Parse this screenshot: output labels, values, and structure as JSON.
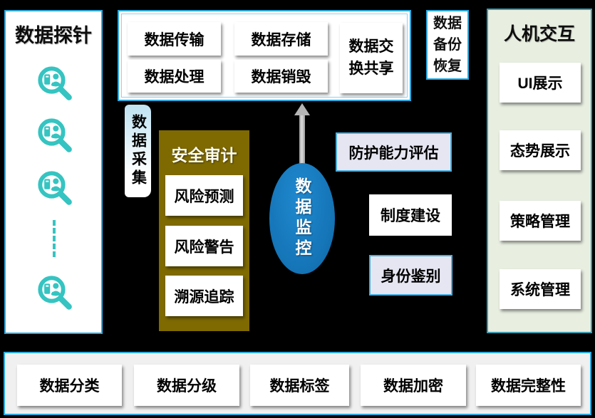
{
  "colors": {
    "accent_blue": "#29abe2",
    "probe_teal": "#35c4c1",
    "audit_brown": "#7f6a02",
    "monitor_blue": "#1474b6",
    "hmi_green_bg": "#e8efe1",
    "hmi_border": "#3d9bb0",
    "governance_lavender": "#e6e6f2",
    "bar_gray_bg": "#f0f0f0"
  },
  "icons": {
    "probe": "magnifier-inspect-icon",
    "arrow": "up-arrow-connector"
  },
  "probe_panel": {
    "title": "数据探针"
  },
  "lifecycle": {
    "transmission": "数据传输",
    "storage": "数据存储",
    "processing": "数据处理",
    "destruction": "数据销毁",
    "exchange_sharing": "数据交换共享"
  },
  "backup_recovery": {
    "label": "数据备份恢复"
  },
  "hmi_panel": {
    "title": "人机交互",
    "items": {
      "ui_display": "UI展示",
      "situation_display": "态势展示",
      "policy_management": "策略管理",
      "system_management": "系统管理"
    }
  },
  "data_collection": {
    "label": "数据采集"
  },
  "security_audit": {
    "title": "安全审计",
    "items": {
      "risk_prediction": "风险预测",
      "risk_warning": "风险警告",
      "trace_tracking": "溯源追踪"
    }
  },
  "data_monitoring": {
    "label": "数据监控"
  },
  "governance": {
    "protection_evaluation": "防护能力评估",
    "institution_building": "制度建设",
    "identity_authentication": "身份鉴别"
  },
  "capability_bar": {
    "classification": "数据分类",
    "grading": "数据分级",
    "labeling": "数据标签",
    "encryption": "数据加密",
    "integrity": "数据完整性"
  }
}
